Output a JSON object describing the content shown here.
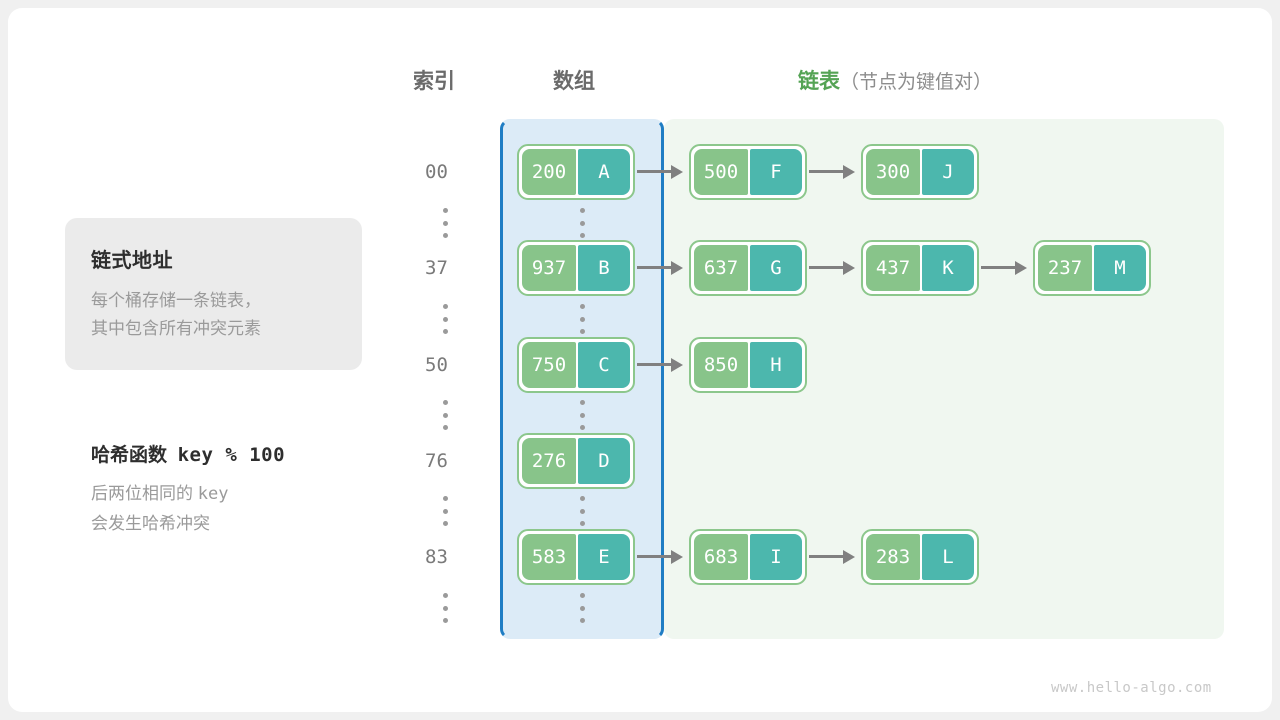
{
  "headers": {
    "index": "索引",
    "array": "数组",
    "list_main": "链表",
    "list_sub": "（节点为键值对）"
  },
  "info_card": {
    "title": "链式地址",
    "line1": "每个桶存储一条链表，",
    "line2": "其中包含所有冲突元素"
  },
  "note": {
    "title_label": "哈希函数",
    "title_code": "key % 100",
    "line1_a": "后两位相同的",
    "line1_code": "key",
    "line2": "会发生哈希冲突"
  },
  "colors": {
    "array_region_bg": "#dcebf7",
    "array_region_border": "#1f7dc4",
    "list_region_bg": "#f0f7f0",
    "node_border": "#8cc78c",
    "node_key_bg": "#88c48a",
    "node_val_bg": "#4cb7ad",
    "arrow": "#808080",
    "header_green": "#54a354",
    "header_gray": "#6b6b6b"
  },
  "rows": [
    {
      "index": "00",
      "bucket": {
        "key": "200",
        "value": "A"
      },
      "chain": [
        {
          "key": "500",
          "value": "F"
        },
        {
          "key": "300",
          "value": "J"
        }
      ]
    },
    {
      "index": "37",
      "bucket": {
        "key": "937",
        "value": "B"
      },
      "chain": [
        {
          "key": "637",
          "value": "G"
        },
        {
          "key": "437",
          "value": "K"
        },
        {
          "key": "237",
          "value": "M"
        }
      ]
    },
    {
      "index": "50",
      "bucket": {
        "key": "750",
        "value": "C"
      },
      "chain": [
        {
          "key": "850",
          "value": "H"
        }
      ]
    },
    {
      "index": "76",
      "bucket": {
        "key": "276",
        "value": "D"
      },
      "chain": []
    },
    {
      "index": "83",
      "bucket": {
        "key": "583",
        "value": "E"
      },
      "chain": [
        {
          "key": "683",
          "value": "I"
        },
        {
          "key": "283",
          "value": "L"
        }
      ]
    }
  ],
  "watermark": "www.hello-algo.com"
}
